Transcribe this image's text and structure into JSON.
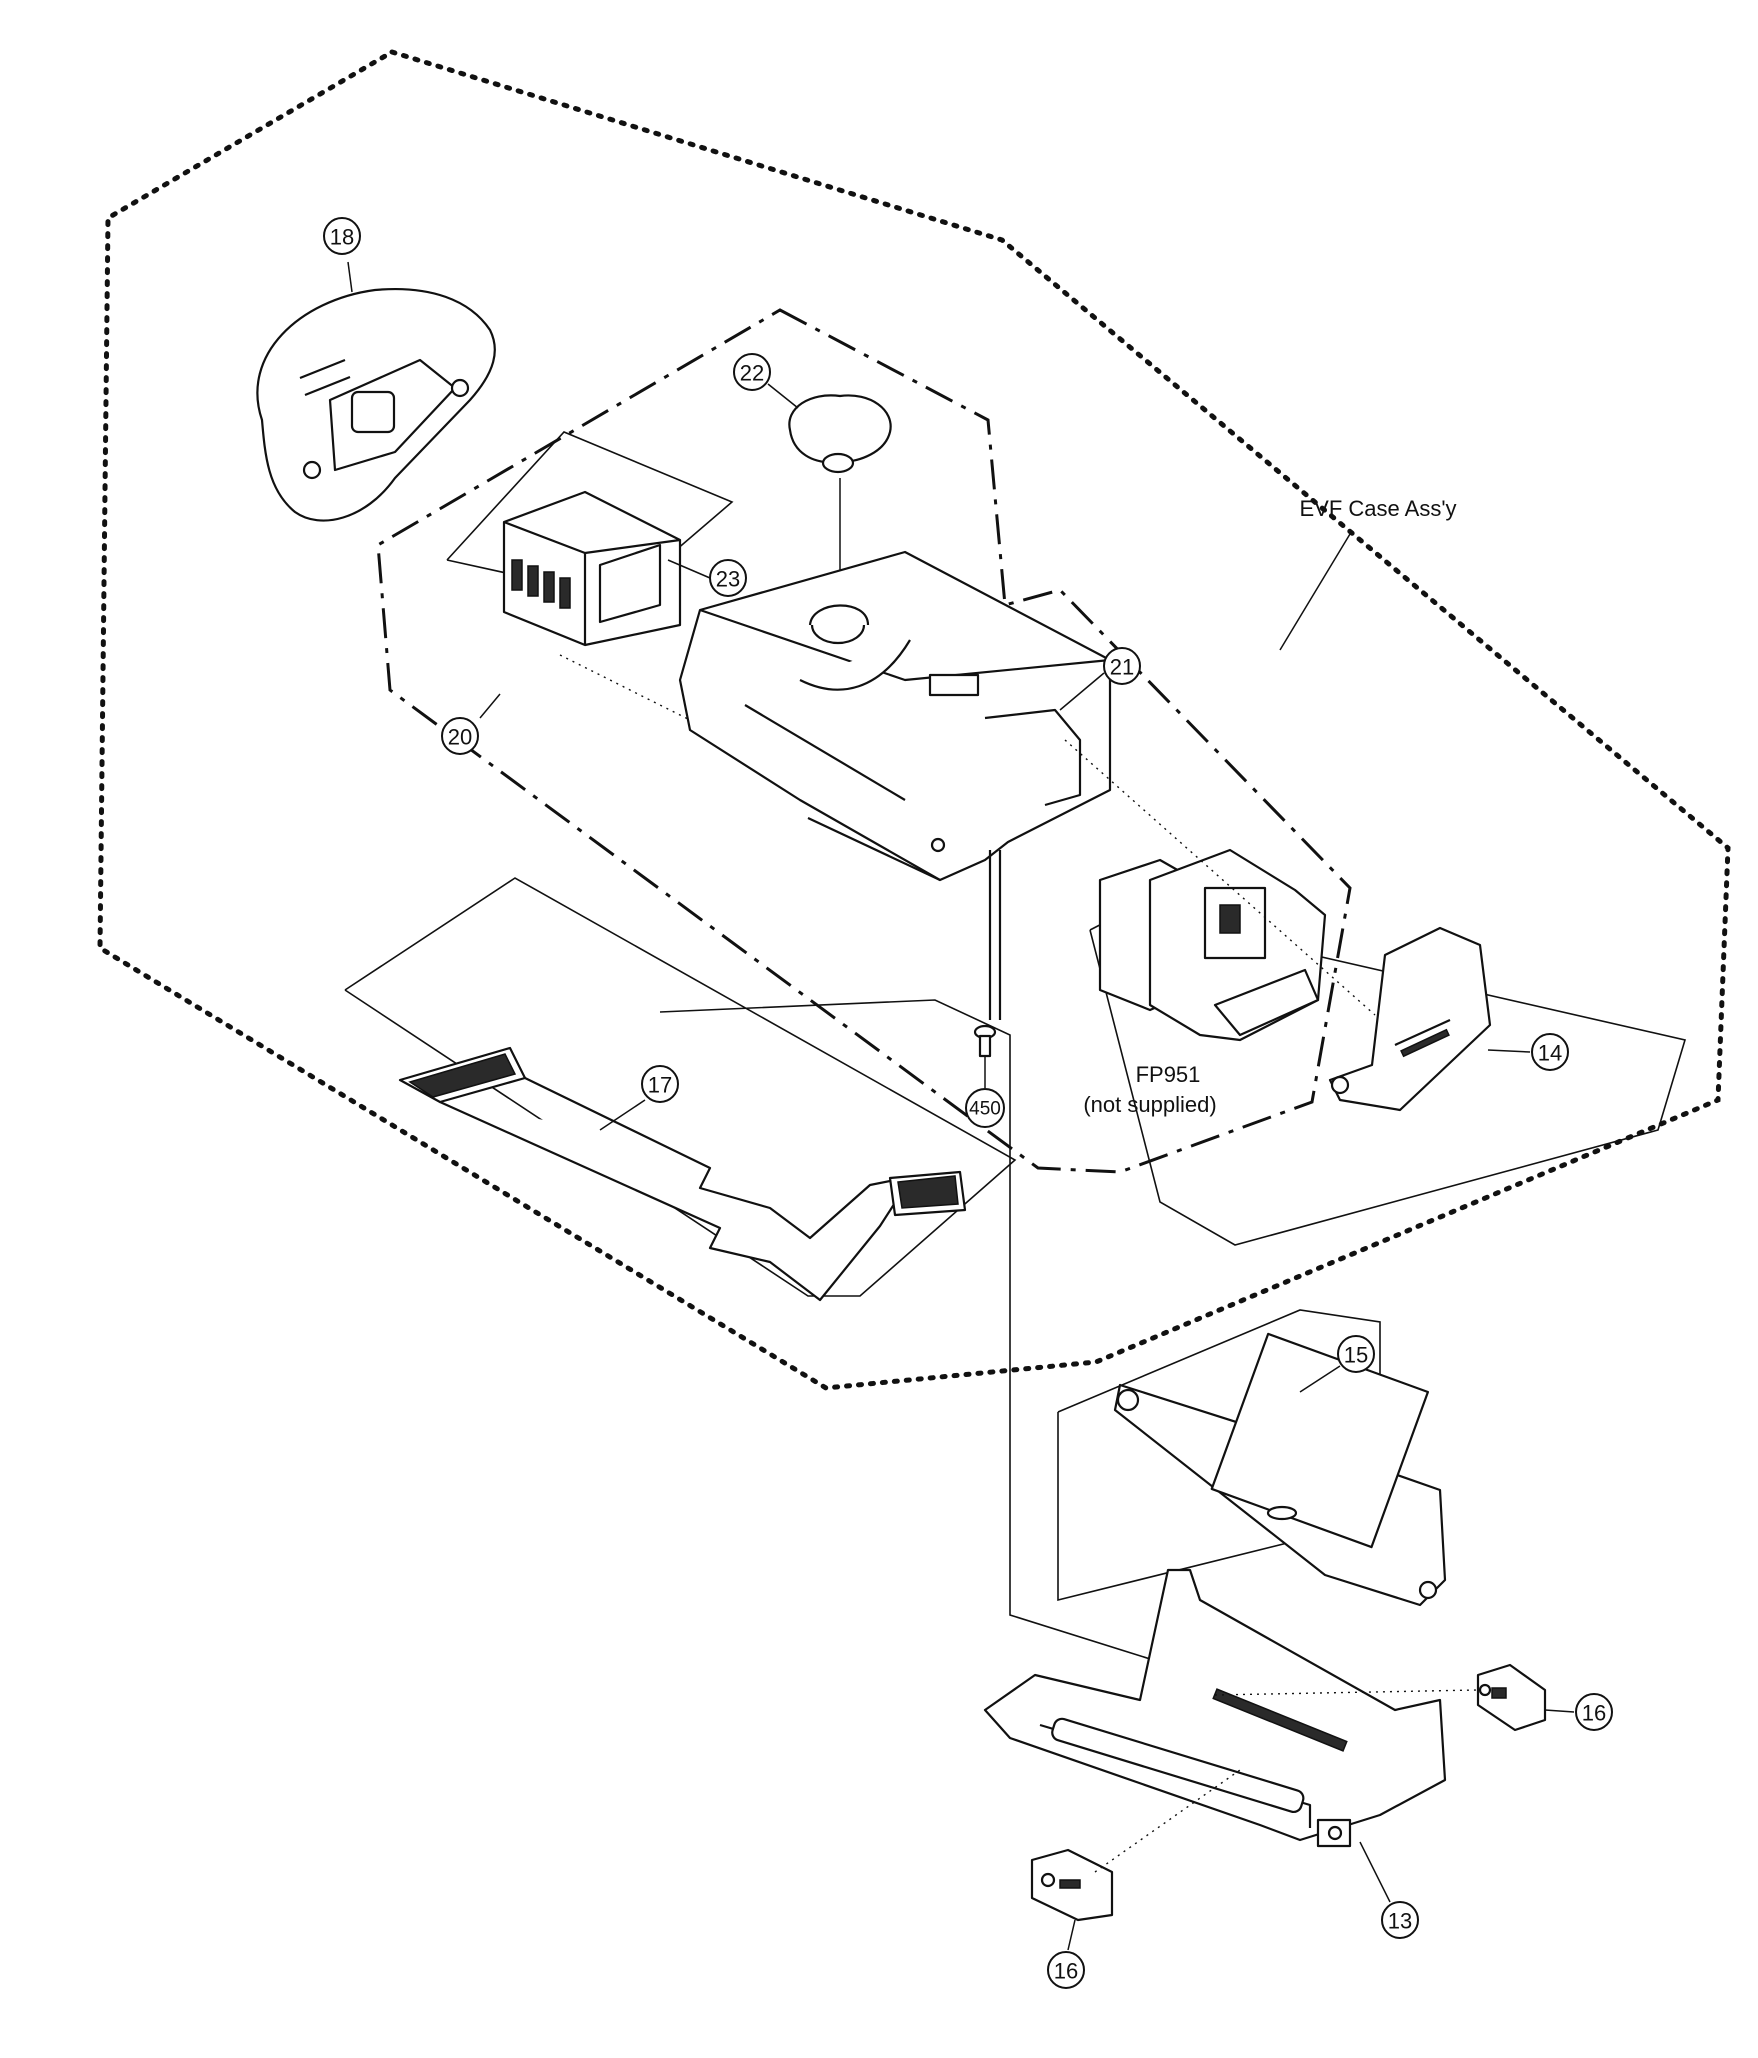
{
  "assembly_label": "EVF Case Ass'y",
  "connector_label": "FP951",
  "connector_note": "(not supplied)",
  "callouts": {
    "c18": "18",
    "c22": "22",
    "c23": "23",
    "c21": "21",
    "c20": "20",
    "c17": "17",
    "c450": "450",
    "c14": "14",
    "c15": "15",
    "c16a": "16",
    "c16b": "16",
    "c13": "13"
  }
}
